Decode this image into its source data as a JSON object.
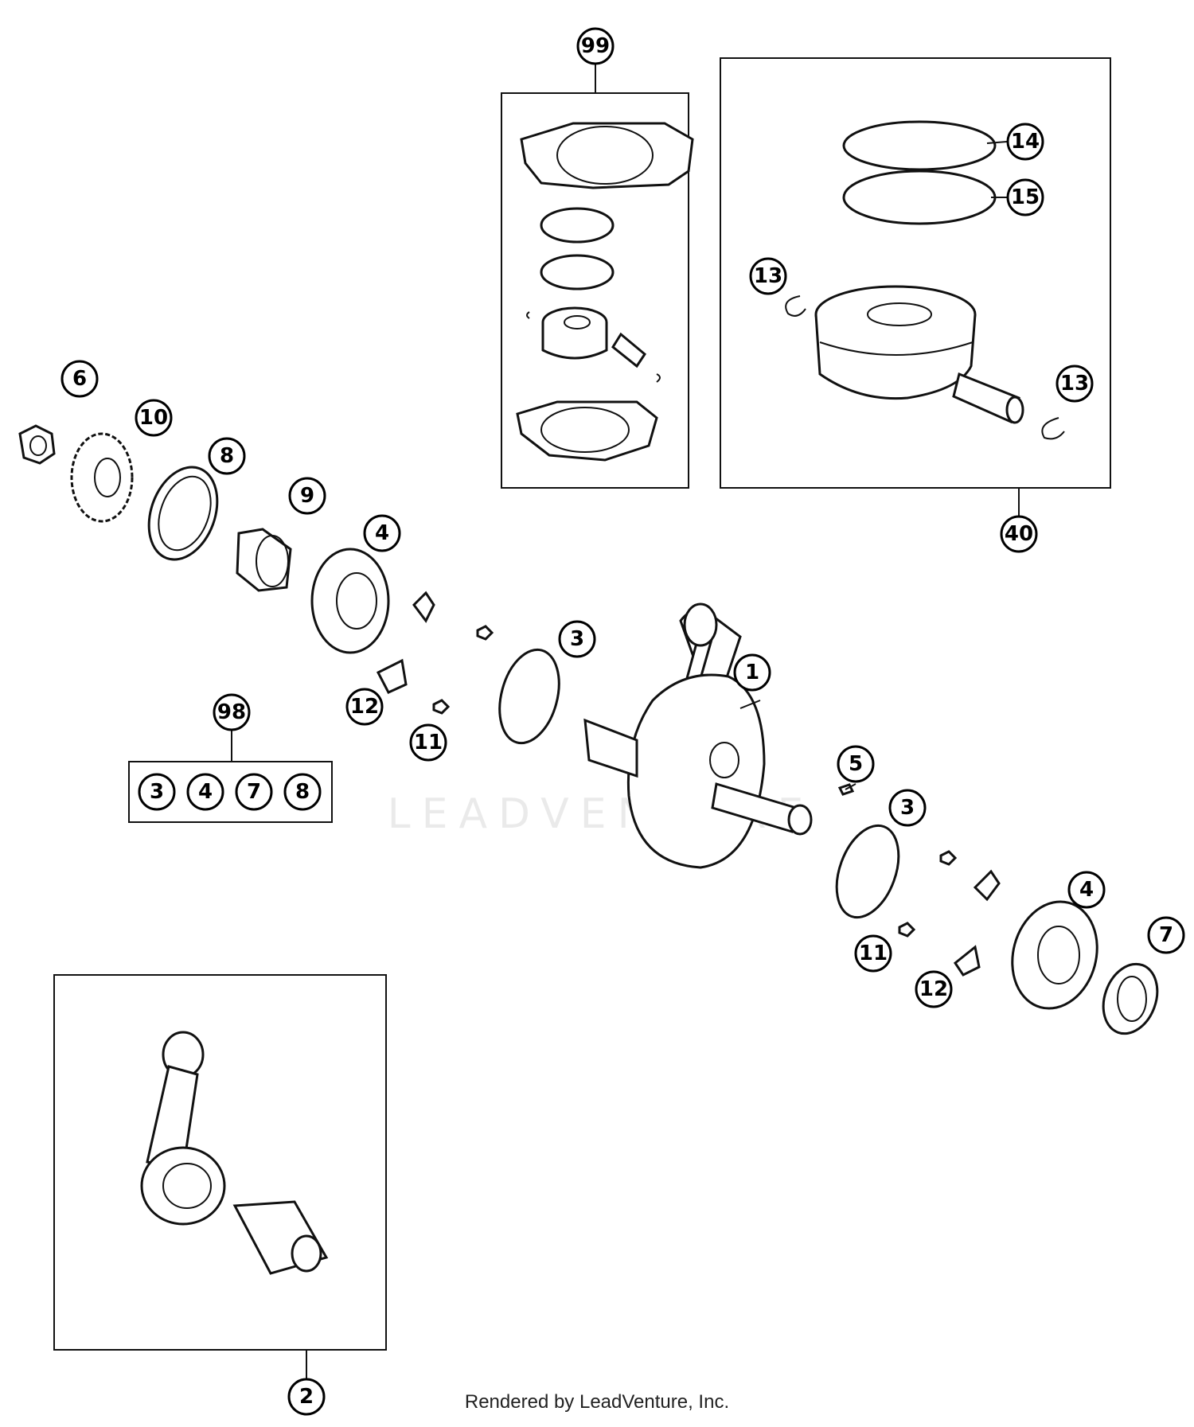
{
  "footer": {
    "credit": "Rendered by LeadVenture, Inc."
  },
  "watermark": {
    "text": "LEADVENTURE"
  },
  "callouts": [
    {
      "id": "c99",
      "label": "99"
    },
    {
      "id": "c14",
      "label": "14"
    },
    {
      "id": "c15",
      "label": "15"
    },
    {
      "id": "c13a",
      "label": "13"
    },
    {
      "id": "c13b",
      "label": "13"
    },
    {
      "id": "c40",
      "label": "40"
    },
    {
      "id": "c6",
      "label": "6"
    },
    {
      "id": "c10",
      "label": "10"
    },
    {
      "id": "c8",
      "label": "8"
    },
    {
      "id": "c9",
      "label": "9"
    },
    {
      "id": "c4a",
      "label": "4"
    },
    {
      "id": "c3a",
      "label": "3"
    },
    {
      "id": "c1",
      "label": "1"
    },
    {
      "id": "c12a",
      "label": "12"
    },
    {
      "id": "c11a",
      "label": "11"
    },
    {
      "id": "c98",
      "label": "98"
    },
    {
      "id": "k3",
      "label": "3"
    },
    {
      "id": "k4",
      "label": "4"
    },
    {
      "id": "k7",
      "label": "7"
    },
    {
      "id": "k8",
      "label": "8"
    },
    {
      "id": "c5",
      "label": "5"
    },
    {
      "id": "c3b",
      "label": "3"
    },
    {
      "id": "c4b",
      "label": "4"
    },
    {
      "id": "c7",
      "label": "7"
    },
    {
      "id": "c11b",
      "label": "11"
    },
    {
      "id": "c12b",
      "label": "12"
    },
    {
      "id": "c2",
      "label": "2"
    }
  ]
}
